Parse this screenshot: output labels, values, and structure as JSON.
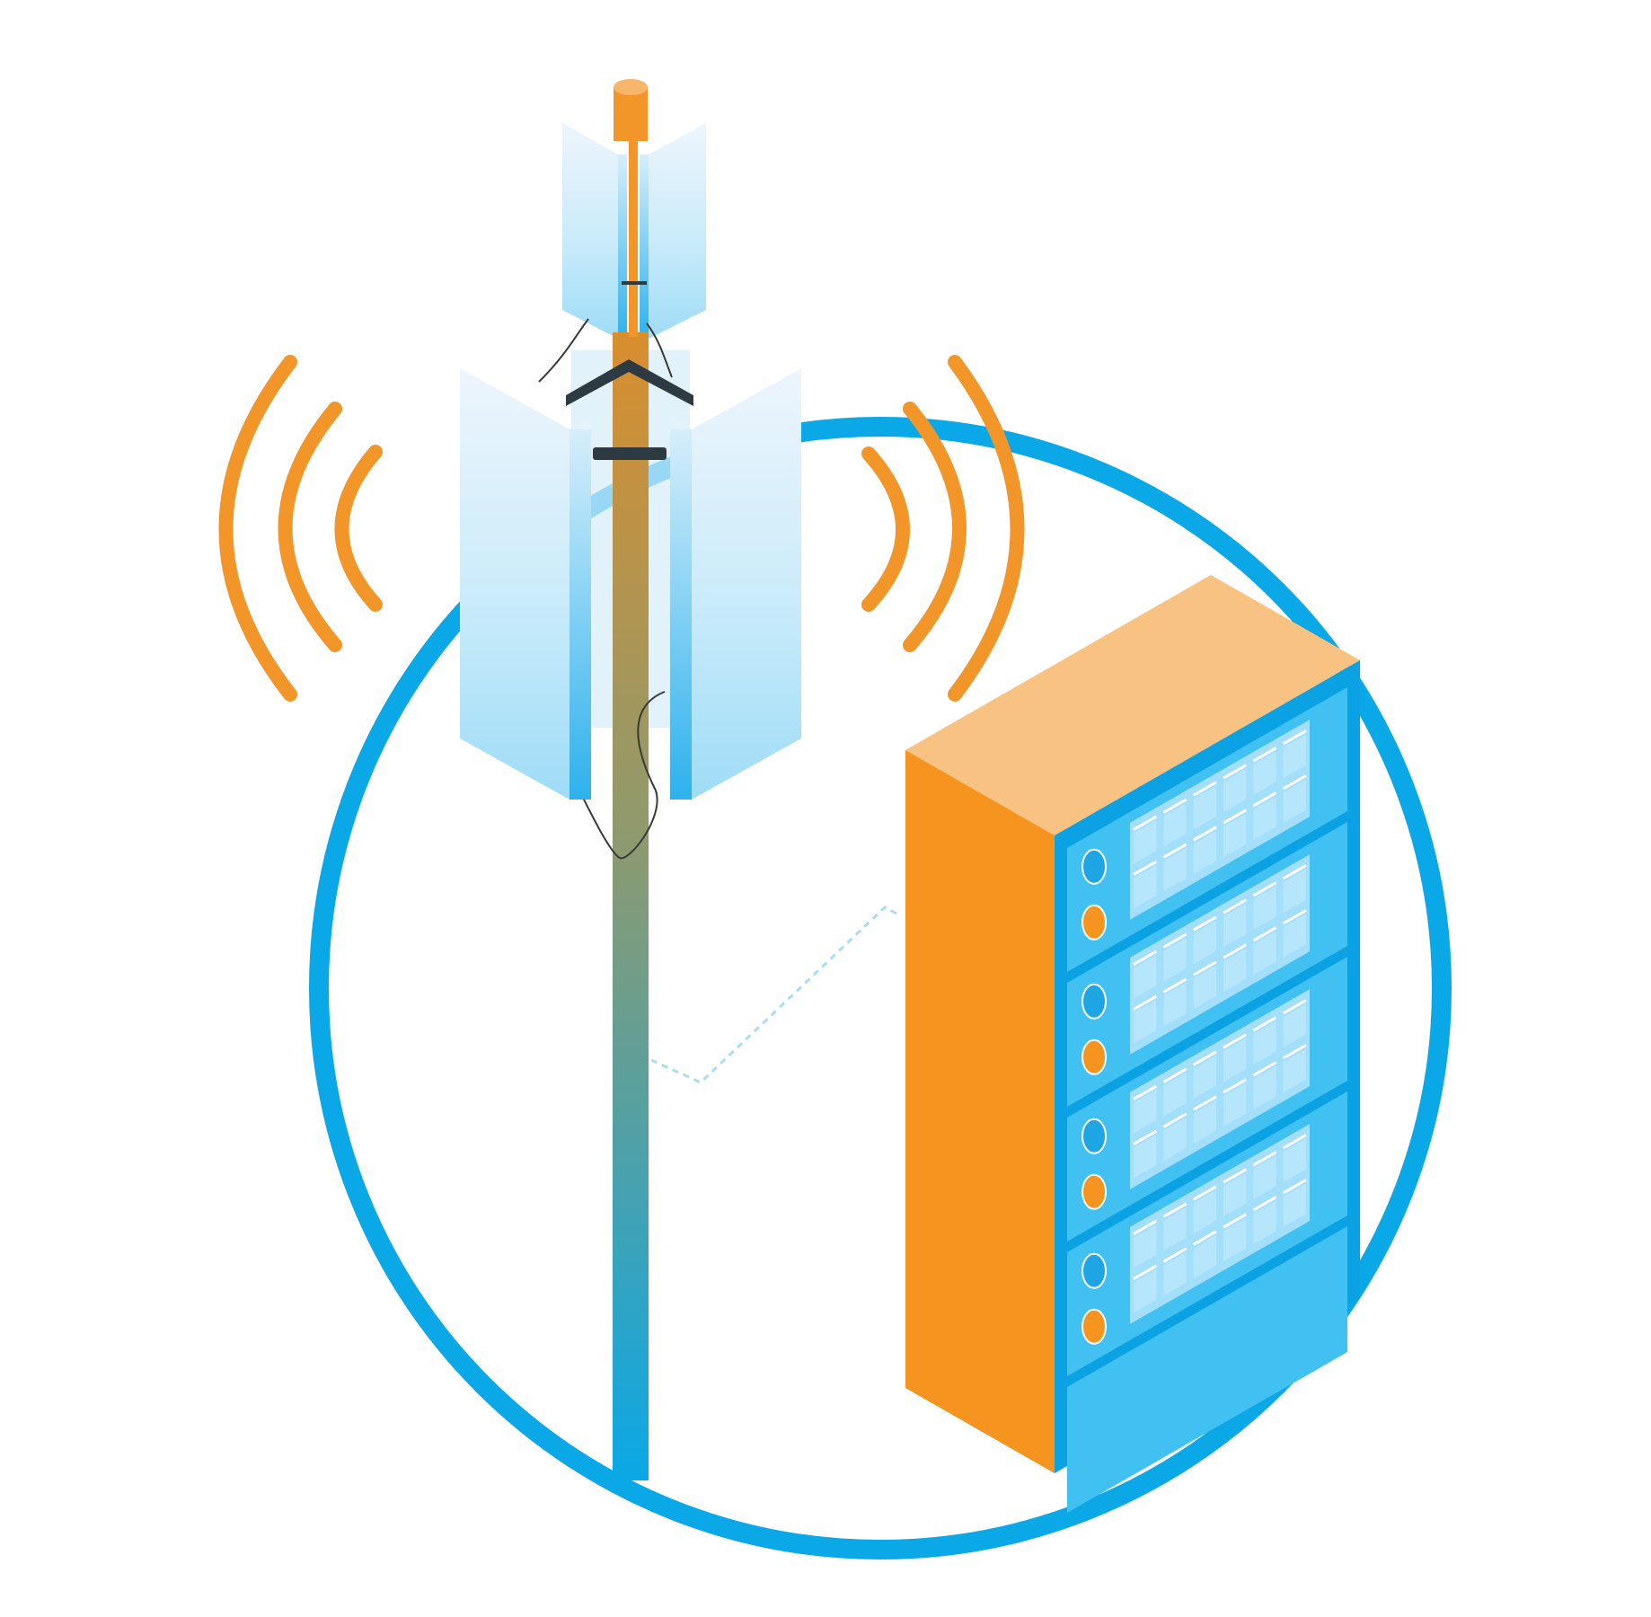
{
  "illustration": {
    "colors": {
      "ring": "#0aa8e6",
      "signal_waves": "#f2962a",
      "antenna_tip": "#f2962a",
      "mast_top": "#d98e2e",
      "mast_bottom": "#0aa8e6",
      "panel_light": "#e8f3fb",
      "panel_blue": "#aee2f8",
      "panel_edge": "#35b5ee",
      "bracket": "#2e3a42",
      "rack_front": "#f5941f",
      "rack_top": "#f8c382",
      "rack_face": "#41c0f2",
      "rack_frame": "#0ba2e3",
      "drive_bay": "#a3defa",
      "drive_slot": "#ffffff",
      "indicator_blue": "#1ea6e4",
      "indicator_orange": "#f5941f",
      "link_line": "#a9dcf5",
      "cable": "#3a3a3a"
    },
    "icons": {
      "tower": "cell-tower-icon",
      "waves": "wireless-signal-icon",
      "server": "server-rack-icon",
      "ring": "network-circle-icon"
    },
    "server": {
      "populated_units": 4,
      "drive_rows_per_unit": 2,
      "drives_per_row": 6
    },
    "signal_arcs_per_side": 3
  }
}
